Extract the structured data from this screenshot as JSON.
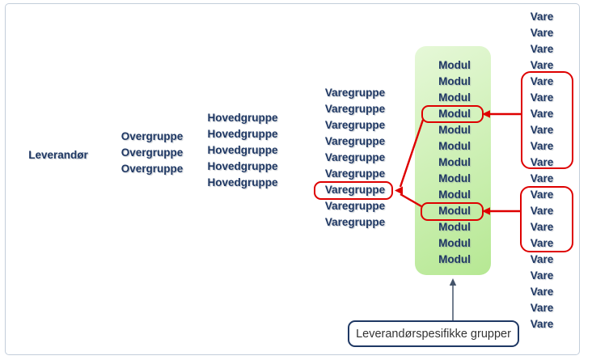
{
  "columns": {
    "leverandor": {
      "items": [
        "Leverandør"
      ]
    },
    "overgruppe": {
      "items": [
        "Overgruppe",
        "Overgruppe",
        "Overgruppe"
      ]
    },
    "hovedgruppe": {
      "items": [
        "Hovedgruppe",
        "Hovedgruppe",
        "Hovedgruppe",
        "Hovedgruppe",
        "Hovedgruppe"
      ]
    },
    "varegruppe": {
      "items": [
        "Varegruppe",
        "Varegruppe",
        "Varegruppe",
        "Varegruppe",
        "Varegruppe",
        "Varegruppe",
        "Varegruppe",
        "Varegruppe",
        "Varegruppe"
      ]
    },
    "modul": {
      "items": [
        "Modul",
        "Modul",
        "Modul",
        "Modul",
        "Modul",
        "Modul",
        "Modul",
        "Modul",
        "Modul",
        "Modul",
        "Modul",
        "Modul",
        "Modul"
      ]
    },
    "vare": {
      "items": [
        "Vare",
        "Vare",
        "Vare",
        "Vare",
        "Vare",
        "Vare",
        "Vare",
        "Vare",
        "Vare",
        "Vare",
        "Vare",
        "Vare",
        "Vare",
        "Vare",
        "Vare",
        "Vare",
        "Vare",
        "Vare",
        "Vare",
        "Vare"
      ]
    }
  },
  "callout": {
    "label": "Leverandørspesifikke grupper"
  },
  "colors": {
    "text-navy": "#1F3864",
    "red": "#DE0000",
    "green-top": "#E6F8D8",
    "green-bottom": "#B6E893",
    "frame-border": "#C3CEDA",
    "arrow": "#44546A",
    "callout-border": "#1F3864",
    "callout-text": "#333333",
    "background": "#FFFFFF"
  }
}
